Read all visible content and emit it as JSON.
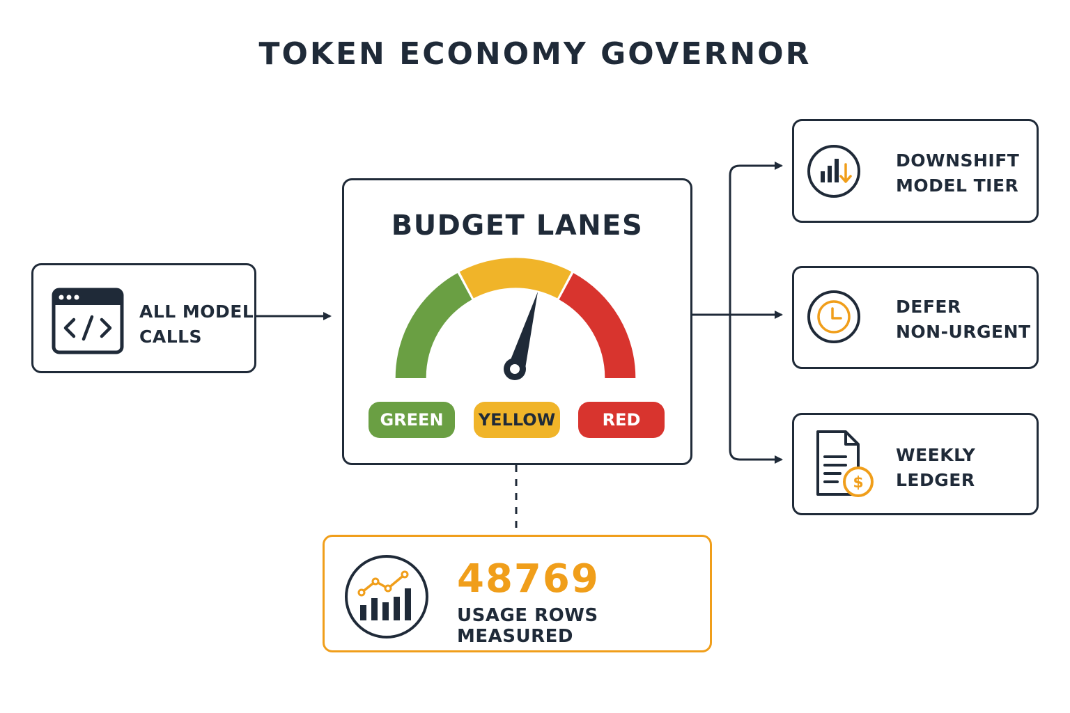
{
  "title": "TOKEN ECONOMY GOVERNOR",
  "input": {
    "lines": [
      "ALL MODEL",
      "CALLS"
    ],
    "icon": "code-window-icon"
  },
  "budget": {
    "title": "BUDGET LANES",
    "lanes": [
      {
        "label": "GREEN",
        "color": "#6a9f43"
      },
      {
        "label": "YELLOW",
        "color": "#f0b429"
      },
      {
        "label": "RED",
        "color": "#d8342e"
      }
    ]
  },
  "actions": [
    {
      "lines": [
        "DOWNSHIFT",
        "MODEL TIER"
      ],
      "icon": "bar-chart-down-icon"
    },
    {
      "lines": [
        "DEFER",
        "NON-URGENT"
      ],
      "icon": "clock-icon"
    },
    {
      "lines": [
        "WEEKLY",
        "LEDGER"
      ],
      "icon": "document-dollar-icon"
    }
  ],
  "metric": {
    "value": "48769",
    "label": "USAGE ROWS MEASURED",
    "icon": "growth-chart-icon"
  },
  "colors": {
    "ink": "#1f2a38",
    "accent": "#f09e1a"
  }
}
